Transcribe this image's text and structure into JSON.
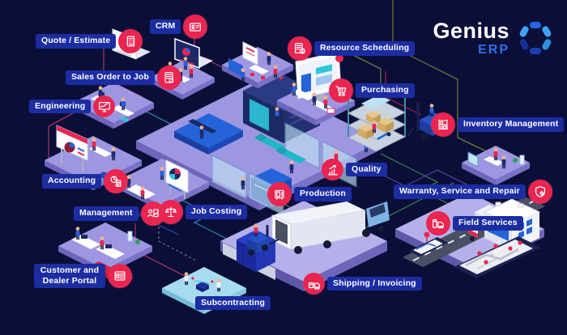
{
  "title": "Genius ERP modules diagram",
  "logo": {
    "brand": "Genius",
    "product": "ERP"
  },
  "colors": {
    "background": "#0b0f38",
    "label_pill": "#1c2da2",
    "badge_red": "#e92550",
    "platform": "#9d97e2",
    "platform_light": "#b5b0ea",
    "subcontracting_platform": "#a7dcee",
    "machine_navy": "#1b2a66",
    "accent_cyan": "#2ec6d8",
    "logo_blue": "#2f6ff0"
  },
  "modules": [
    {
      "label": "Quote / Estimate",
      "icon": "calculator-invoice-icon",
      "icon_side": "right"
    },
    {
      "label": "CRM",
      "icon": "contact-card-icon",
      "icon_side": "right"
    },
    {
      "label": "Sales Order to Job",
      "icon": "order-document-icon",
      "icon_side": "right"
    },
    {
      "label": "Engineering",
      "icon": "cad-monitor-icon",
      "icon_side": "right"
    },
    {
      "label": "Accounting",
      "icon": "pie-ledger-icon",
      "icon_side": "right"
    },
    {
      "label": "Management",
      "icon": "person-report-icon",
      "icon_side": "right"
    },
    {
      "label": "Job Costing",
      "icon": "scales-icon",
      "icon_side": "left"
    },
    {
      "label": "Customer and Dealer Portal",
      "icon": "portal-window-icon",
      "icon_side": "right"
    },
    {
      "label": "Subcontracting",
      "icon": null,
      "icon_side": "none"
    },
    {
      "label": "Resource Scheduling",
      "icon": "schedule-clock-icon",
      "icon_side": "left"
    },
    {
      "label": "Purchasing",
      "icon": "cart-icon",
      "icon_side": "left"
    },
    {
      "label": "Inventory Management",
      "icon": "rack-icon",
      "icon_side": "left"
    },
    {
      "label": "Quality",
      "icon": "chart-growth-icon",
      "icon_side": "left"
    },
    {
      "label": "Production",
      "icon": "machine-icon",
      "icon_side": "left"
    },
    {
      "label": "Warranty, Service and Repair",
      "icon": "shield-gear-icon",
      "icon_side": "right"
    },
    {
      "label": "Field Services",
      "icon": "service-truck-icon",
      "icon_side": "left"
    },
    {
      "label": "Shipping / Invoicing",
      "icon": "delivery-box-icon",
      "icon_side": "left"
    }
  ]
}
